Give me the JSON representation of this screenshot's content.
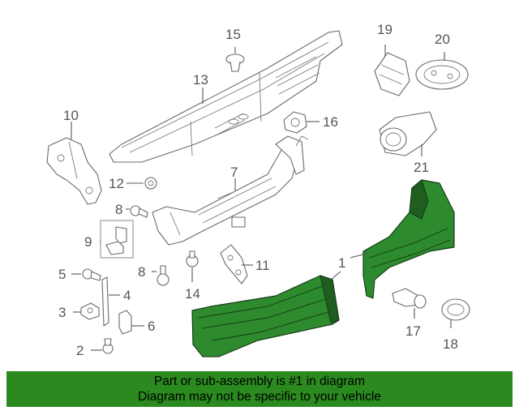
{
  "callouts": {
    "c1": "1",
    "c2": "2",
    "c3": "3",
    "c4": "4",
    "c5": "5",
    "c6": "6",
    "c7": "7",
    "c8a": "8",
    "c8b": "8",
    "c9": "9",
    "c10": "10",
    "c11": "11",
    "c12": "12",
    "c13": "13",
    "c14": "14",
    "c15": "15",
    "c16": "16",
    "c17": "17",
    "c18": "18",
    "c19": "19",
    "c20": "20",
    "c21": "21"
  },
  "highlight_color": "#2d8a2d",
  "banner": {
    "line1": "Part or sub-assembly is #1 in diagram",
    "line2": "Diagram may not be specific to your vehicle",
    "background": "#2a8a1f"
  }
}
